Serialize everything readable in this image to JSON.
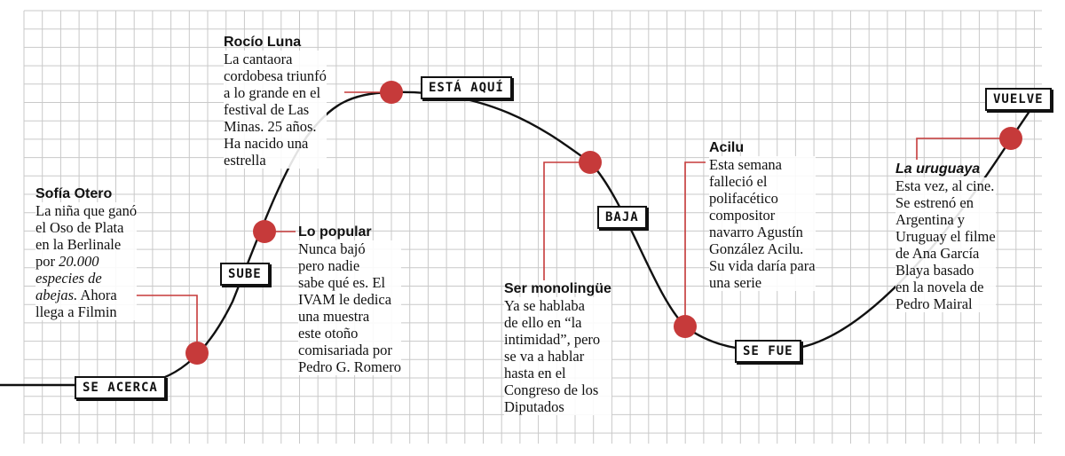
{
  "colors": {
    "accent": "#c63a3a",
    "grid": "#c9c9c9",
    "line": "#111111"
  },
  "stages": {
    "se_acerca": "SE ACERCA",
    "sube": "SUBE",
    "esta_aqui": "ESTÁ AQUÍ",
    "baja": "BAJA",
    "se_fue": "SE FUE",
    "vuelve": "VUELVE"
  },
  "entries": {
    "sofia": {
      "title": "Sofía Otero",
      "text_a": "La niña que ganó\nel Oso de Plata\nen la Berlinale\npor ",
      "text_em": "20.000\nespecies de\nabejas.",
      "text_b": " Ahora\nllega a Filmin"
    },
    "popular": {
      "title": "Lo popular",
      "text": "Nunca bajó\npero nadie\nsabe qué es. El\nIVAM le dedica\nuna muestra\neste otoño\ncomisariada por\nPedro G. Romero"
    },
    "rocio": {
      "title": "Rocío Luna",
      "text": "La cantaora\ncordobesa triunfó\na lo grande en el\nfestival de Las\nMinas. 25 años.\nHa nacido una\nestrella"
    },
    "monolingue": {
      "title": "Ser monolingüe",
      "text": "Ya se hablaba\nde ello en “la\nintimidad”, pero\nse va a hablar\nhasta en el\nCongreso de los\nDiputados"
    },
    "acilu": {
      "title": "Acilu",
      "text": "Esta semana\nfalleció el\npolifacético\ncompositor\nnavarro Agustín\nGonzález Acilu.\nSu vida daría para\nuna serie"
    },
    "uruguaya": {
      "title": "La uruguaya",
      "text": "Esta vez, al cine.\nSe estrenó en\nArgentina y\nUruguay el filme\nde Ana García\nBlaya basado\nen la novela de\nPedro Mairal"
    }
  }
}
